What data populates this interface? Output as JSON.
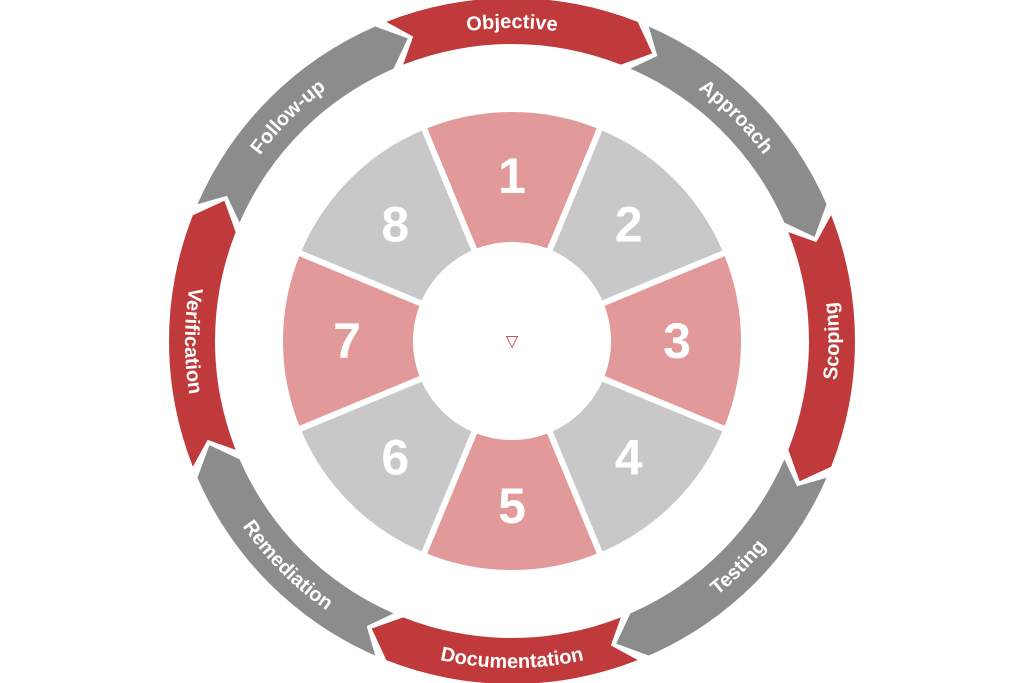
{
  "diagram": {
    "type": "cycle",
    "colors": {
      "accent": "#c0393b",
      "neutral": "#8c8c8c",
      "segment_accent": "#e19a99",
      "segment_neutral": "#c8c8c8",
      "center": "#ffffff"
    },
    "center_mark": "▽",
    "steps": [
      {
        "label": "Objective",
        "number": "1",
        "accent": true
      },
      {
        "label": "Approach",
        "number": "2",
        "accent": false
      },
      {
        "label": "Scoping",
        "number": "3",
        "accent": true
      },
      {
        "label": "Testing",
        "number": "4",
        "accent": false
      },
      {
        "label": "Documentation",
        "number": "5",
        "accent": true
      },
      {
        "label": "Remediation",
        "number": "6",
        "accent": false
      },
      {
        "label": "Verification",
        "number": "7",
        "accent": true
      },
      {
        "label": "Follow-up",
        "number": "8",
        "accent": false
      }
    ]
  }
}
